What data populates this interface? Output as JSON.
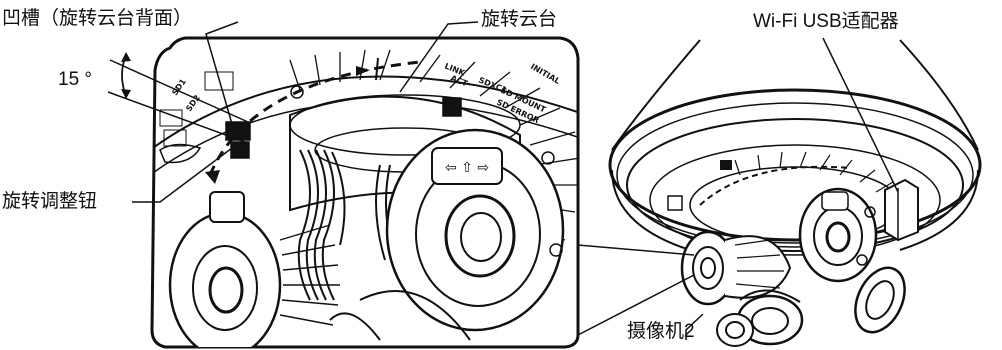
{
  "labels": {
    "groove": "凹槽（旋转云台背面）",
    "angle": "15 °",
    "rotating_platform": "旋转云台",
    "adjust_knob": "旋转调整钮",
    "wifi_adapter": "Wi-Fi USB适配器",
    "camera2": "摄像机2"
  },
  "panel_marks": {
    "link": "LINK",
    "act": "ACT",
    "sdxc1": "SDXC1",
    "sd_mount": "SD MOUNT",
    "sd_error": "SD ERROR",
    "initial": "INITIAL",
    "left_a": "SD1",
    "left_b": "SD2"
  },
  "colors": {
    "line": "#111111",
    "background": "#ffffff"
  }
}
